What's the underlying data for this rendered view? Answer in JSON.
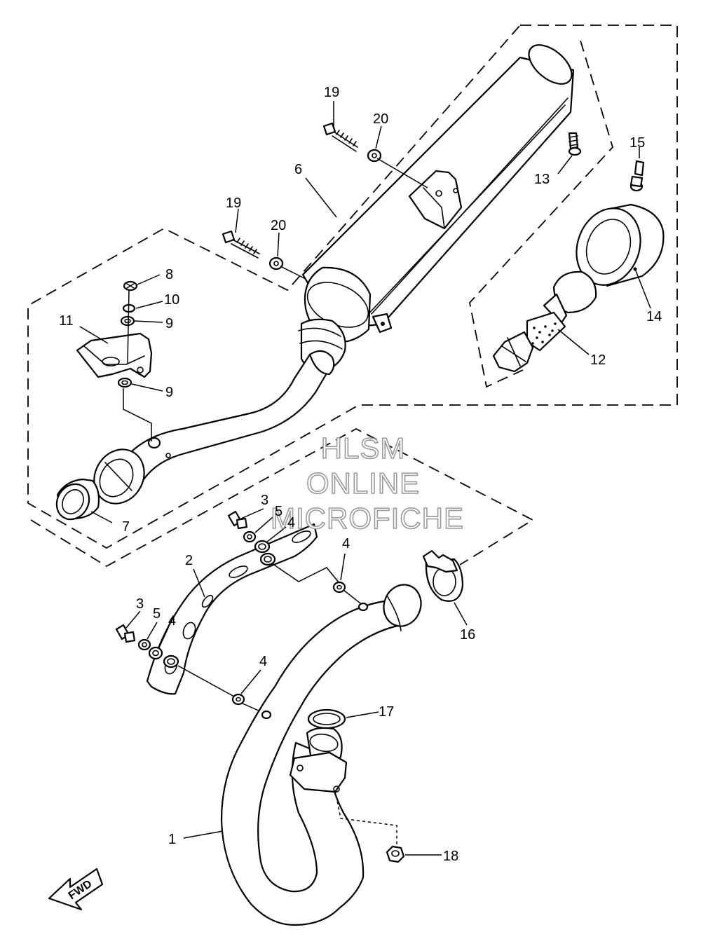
{
  "watermark": {
    "line1": "HLSM",
    "line2": "ONLINE",
    "line3": "MICROFICHE"
  },
  "fwd_label": "FWD",
  "callouts": {
    "c1": "1",
    "c2": "2",
    "c3a": "3",
    "c3b": "3",
    "c4a": "4",
    "c4b": "4",
    "c4c": "4",
    "c4d": "4",
    "c5a": "5",
    "c5b": "5",
    "c6": "6",
    "c7": "7",
    "c8": "8",
    "c9a": "9",
    "c9b": "9",
    "c10": "10",
    "c11": "11",
    "c12": "12",
    "c13": "13",
    "c14": "14",
    "c15": "15",
    "c16": "16",
    "c17": "17",
    "c18": "18",
    "c19a": "19",
    "c19b": "19",
    "c20a": "20",
    "c20b": "20"
  }
}
